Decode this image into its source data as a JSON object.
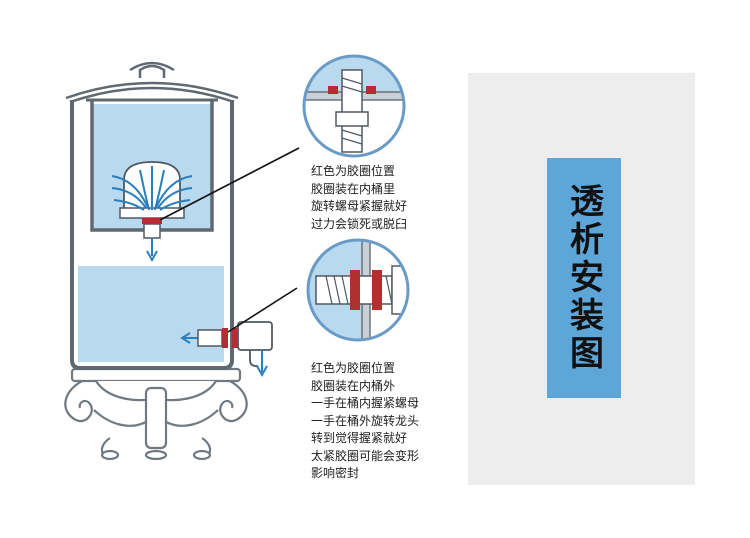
{
  "title": "透析安装图",
  "note_top": [
    "红色为胶圈位置",
    "胶圈装在内桶里",
    "旋转螺母紧握就好",
    "过力会锁死或脱臼"
  ],
  "note_bottom": [
    "红色为胶圈位置",
    "胶圈装在内桶外",
    "一手在桶内握紧螺母",
    "一手在桶外旋转龙头",
    "转到觉得握紧就好",
    "太紧胶圈可能会变形",
    "影响密封"
  ],
  "colors": {
    "water": "#b9d9ee",
    "outline": "#606872",
    "seal": "#b03030",
    "panel": "#ededed",
    "title_bg": "#5ea6d8"
  }
}
